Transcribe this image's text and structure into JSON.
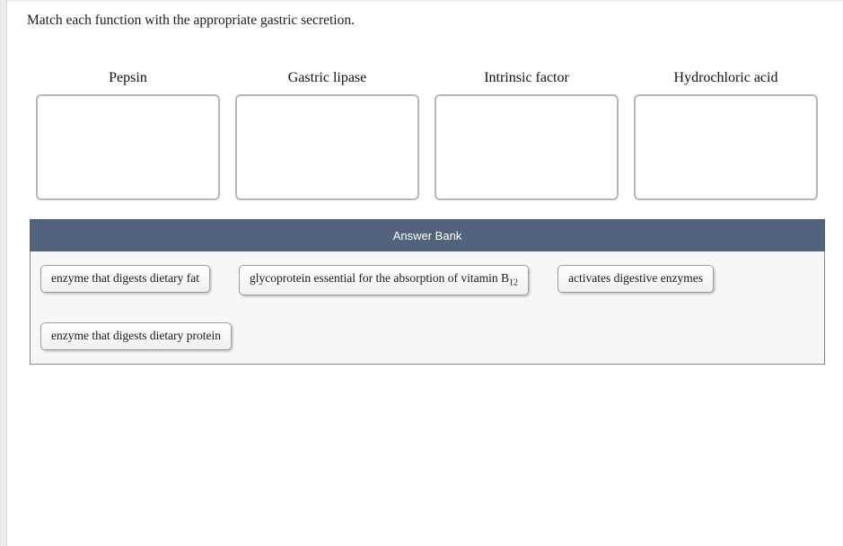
{
  "page": {
    "title": "Match each function with the appropriate gastric secretion."
  },
  "targets": [
    {
      "label": "Pepsin"
    },
    {
      "label": "Gastric lipase"
    },
    {
      "label": "Intrinsic factor"
    },
    {
      "label": "Hydrochloric acid"
    }
  ],
  "answer_bank": {
    "header": "Answer Bank",
    "items": [
      {
        "label": "enzyme that digests dietary fat",
        "sub": ""
      },
      {
        "label": "glycoprotein essential for the absorption of vitamin B",
        "sub": "12"
      },
      {
        "label": "activates digestive enzymes",
        "sub": ""
      },
      {
        "label": "enzyme that digests dietary protein",
        "sub": ""
      }
    ]
  },
  "colors": {
    "bank_header_bg": "#52637c",
    "bank_body_bg": "#f7f7f7",
    "bank_border": "#7c8a99",
    "drop_box_border": "#b7b7b7",
    "chip_border": "#9e9e9e",
    "page_strip": "#ededed"
  }
}
